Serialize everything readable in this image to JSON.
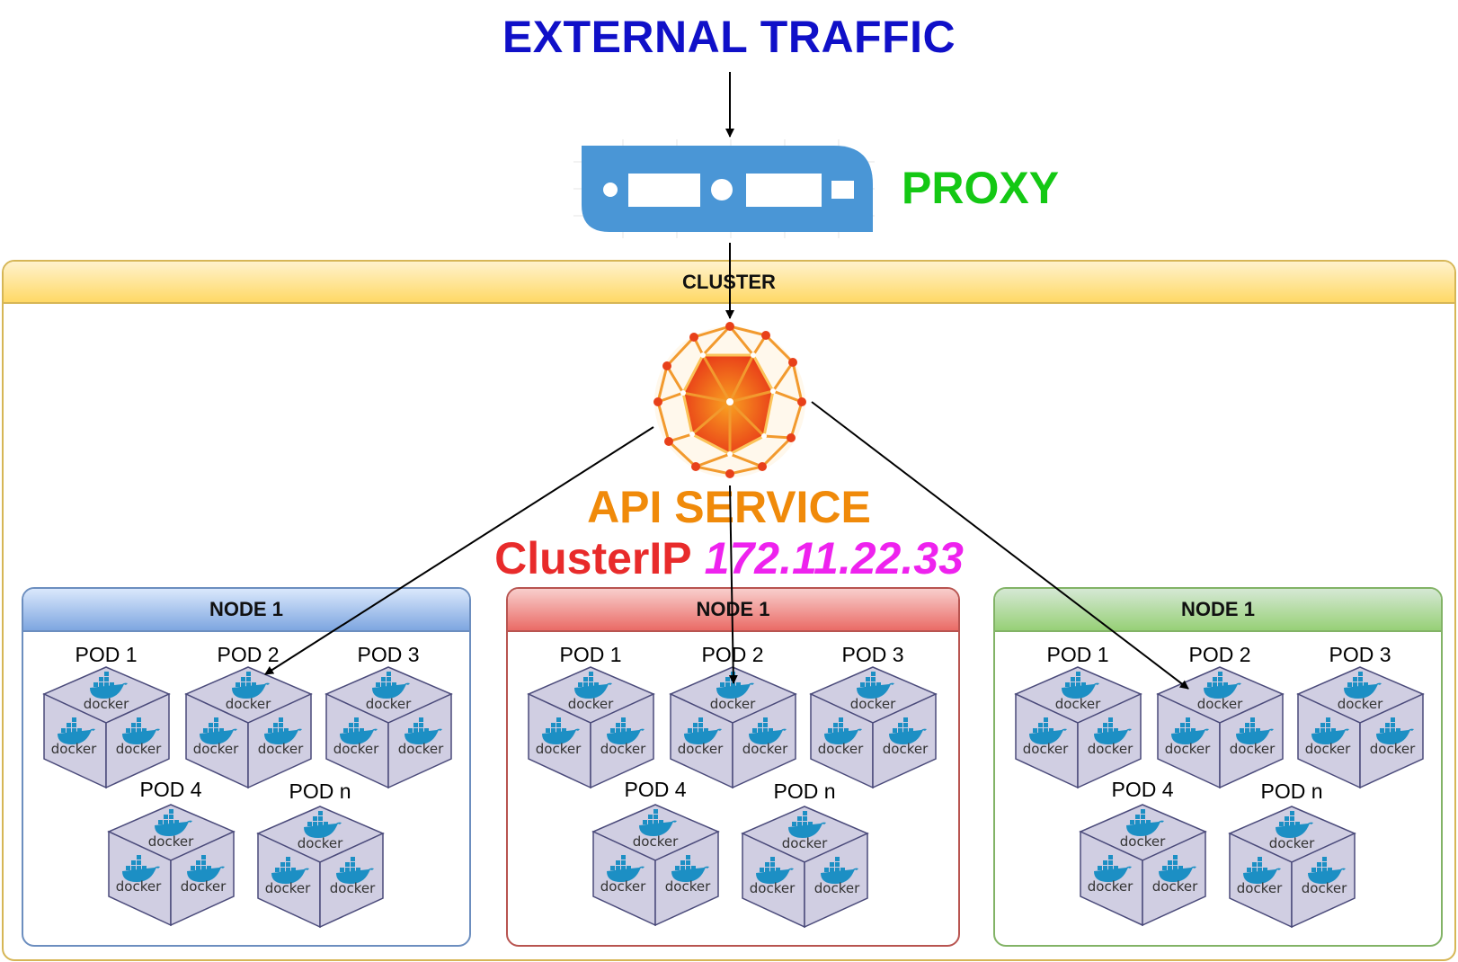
{
  "external_traffic": "EXTERNAL TRAFFIC",
  "proxy": {
    "label": "PROXY",
    "icon": "proxy-server-icon"
  },
  "cluster": {
    "label": "CLUSTER"
  },
  "api_service": {
    "label": "API SERVICE",
    "cluster_ip_label": "ClusterIP",
    "cluster_ip": "172.11.22.33",
    "icon": "api-service-polyhedron-icon"
  },
  "nodes": [
    {
      "label": "NODE 1",
      "pods": [
        "POD 1",
        "POD 2",
        "POD 3",
        "POD 4",
        "POD n"
      ]
    },
    {
      "label": "NODE 1",
      "pods": [
        "POD 1",
        "POD 2",
        "POD 3",
        "POD 4",
        "POD n"
      ]
    },
    {
      "label": "NODE 1",
      "pods": [
        "POD 1",
        "POD 2",
        "POD 3",
        "POD 4",
        "POD n"
      ]
    }
  ],
  "docker_label": "docker",
  "colors": {
    "external": "#1010c8",
    "proxy": "#14c814",
    "api_service": "#f08a0a",
    "cluster_ip_label": "#e82b2b",
    "cluster_ip": "#ee22ee",
    "node_blue": "#6c8ebf",
    "node_red": "#b85450",
    "node_green": "#82b366",
    "cluster_border": "#d6b656",
    "pod_face": "#d0cee2",
    "docker_whale": "#1c8fc4"
  }
}
